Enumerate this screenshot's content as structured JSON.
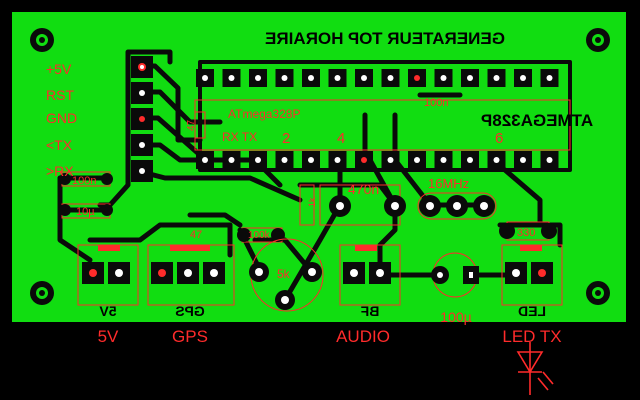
{
  "colors": {
    "board": "#11dd11",
    "copper": "#0a0a0a",
    "silkscreen": "#ff2b2b",
    "background": "#000000"
  },
  "board_title": "GENERATEUR TOP HORAIRE",
  "chip": {
    "mirrored_label": "ATMEGA328P",
    "silk_label": "ATmega328P",
    "pin_labels": [
      "RX TX",
      "2",
      "4",
      "6"
    ]
  },
  "header_labels": [
    "+5V",
    "RST",
    "GND",
    "<TX",
    ">RX"
  ],
  "component_values": {
    "c_left_1": "100n",
    "c_left_2": "10µ",
    "c_chip": "100n",
    "r_top": "47",
    "r_gps": "47",
    "r_audio_in": "100k",
    "r_audio": "470n",
    "pot": "5k",
    "cap_audio": "100µ",
    "crystal": "16MHz",
    "r_led": "330",
    "r_small": "1k"
  },
  "connector_mirrored_labels": [
    "5V",
    "GPS",
    "BF",
    "LED"
  ],
  "bottom_labels": [
    "5V",
    "GPS",
    "AUDIO",
    "100µ",
    "LED TX"
  ]
}
